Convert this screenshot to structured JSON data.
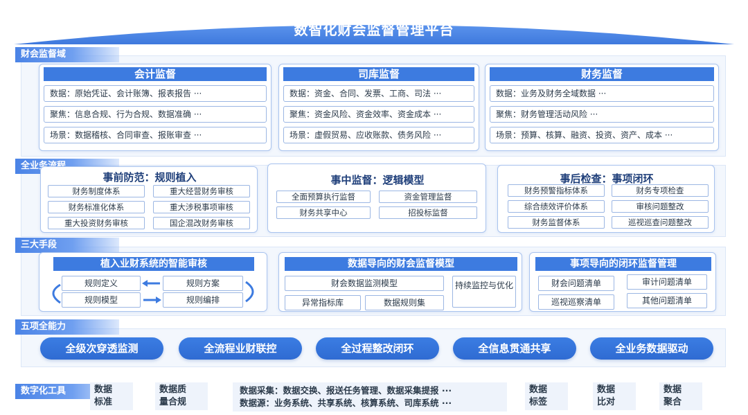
{
  "title": "数智化财会监督管理平台",
  "sections": {
    "domain": "财会监督域",
    "process": "全业务流程",
    "means": "三大手段",
    "capabilities": "五项全能力",
    "tools": "数字化工具"
  },
  "domains": [
    {
      "title": "会计监督",
      "rows": [
        "数据：原始凭证、会计账簿、报表报告 ···",
        "聚焦：信息合规、行为合规、数据准确 ···",
        "场景：数据稽核、合同审查、报账审查 ···"
      ]
    },
    {
      "title": "司库监督",
      "rows": [
        "数据：资金、合同、发票、工商、司法 ···",
        "聚焦：资金风险、资金效率、资金成本 ···",
        "场景：虚假贸易、应收账款、债务风险 ···"
      ]
    },
    {
      "title": "财务监督",
      "rows": [
        "数据：业务及财务全域数据 ···",
        "聚焦：财务管理活动风险 ···",
        "场景：预算、核算、融资、投资、资产、成本 ···"
      ]
    }
  ],
  "process": [
    {
      "title": "事前防范：规则植入",
      "items": [
        "财务制度体系",
        "重大经营财务审核",
        "财务标准化体系",
        "重大涉税事项审核",
        "重大投资财务审核",
        "国企混改财务审核"
      ]
    },
    {
      "title": "事中监督：逻辑模型",
      "items": [
        "全面预算执行监督",
        "资金管理监督",
        "财务共享中心",
        "招投标监督"
      ]
    },
    {
      "title": "事后检查：事项闭环",
      "items": [
        "财务预警指标体系",
        "财务专项检查",
        "综合绩效评价体系",
        "审核问题整改",
        "财务监督体系",
        "巡视巡查问题整改"
      ]
    }
  ],
  "means": [
    {
      "title": "植入业财系统的智能审核",
      "items": [
        "规则定义",
        "规则方案",
        "规则模型",
        "规则编排"
      ]
    },
    {
      "title": "数据导向的财会监督模型",
      "items": [
        "财会数据监测模型",
        "异常指标库",
        "数据规则集",
        "持续监控与优化"
      ]
    },
    {
      "title": "事项导向的闭环监督管理",
      "items": [
        "财会问题清单",
        "审计问题清单",
        "巡视巡察清单",
        "其他问题清单"
      ]
    }
  ],
  "capabilities": [
    "全级次穿透监测",
    "全流程业财联控",
    "全过程整改闭环",
    "全信息贯通共享",
    "全业务数据驱动"
  ],
  "tools": {
    "standard": [
      "数据",
      "标准"
    ],
    "quality": [
      "数据质",
      "量合规"
    ],
    "collect": "数据采集：数据交换、报送任务管理、数据采集提报 ···",
    "source": "数据源：业务系统、共享系统、核算系统、司库系统 ···",
    "tag": [
      "数据",
      "标签"
    ],
    "compare": [
      "数据",
      "比对"
    ],
    "merge": [
      "数据",
      "聚合"
    ]
  },
  "colors": {
    "primary": "#3d7be0",
    "banner": "#4a86e8",
    "panel_border": "#a9c3ee",
    "region_bg": "#f3f7fd"
  }
}
